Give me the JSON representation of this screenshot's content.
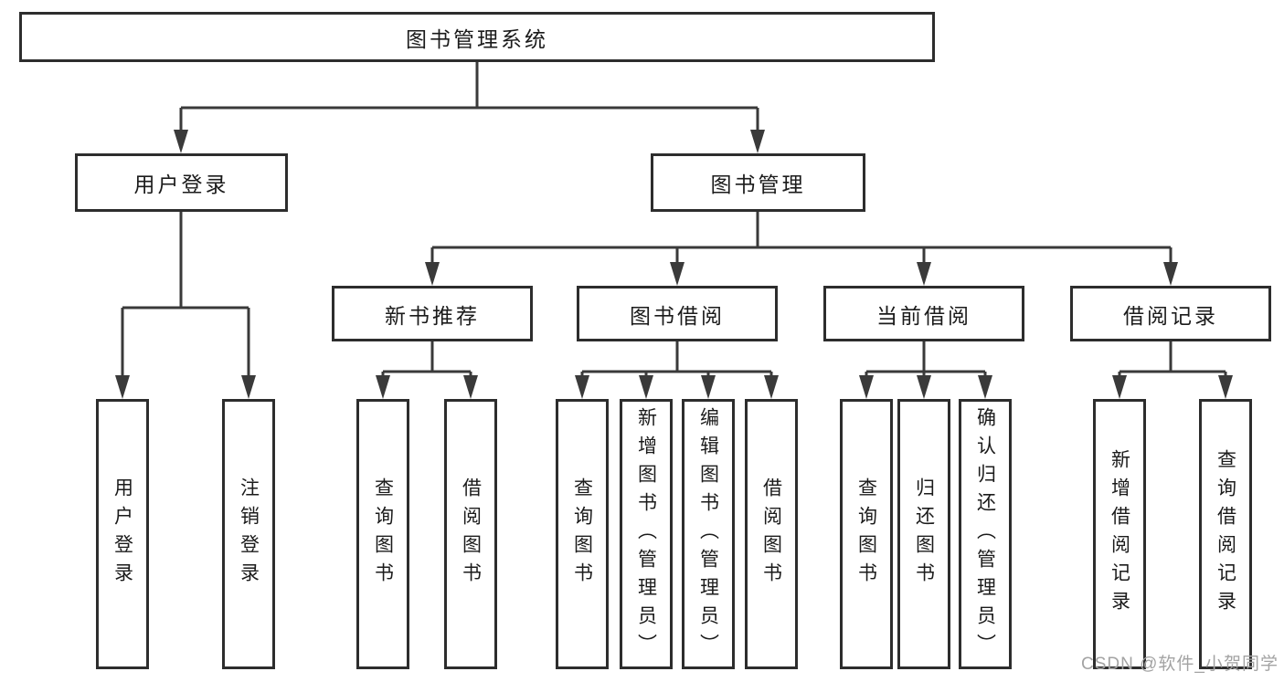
{
  "diagram": {
    "root": {
      "label": "图书管理系统"
    },
    "branches": [
      {
        "label": "用户登录",
        "children": [
          {
            "label": "用户登录"
          },
          {
            "label": "注销登录"
          }
        ]
      },
      {
        "label": "图书管理",
        "children": [
          {
            "label": "新书推荐",
            "children": [
              {
                "label": "查询图书"
              },
              {
                "label": "借阅图书"
              }
            ]
          },
          {
            "label": "图书借阅",
            "children": [
              {
                "label": "查询图书"
              },
              {
                "label": "新增图书（管理员）"
              },
              {
                "label": "编辑图书（管理员）"
              },
              {
                "label": "借阅图书"
              }
            ]
          },
          {
            "label": "当前借阅",
            "children": [
              {
                "label": "查询图书"
              },
              {
                "label": "归还图书"
              },
              {
                "label": "确认归还（管理员）"
              }
            ]
          },
          {
            "label": "借阅记录",
            "children": [
              {
                "label": "新增借阅记录"
              },
              {
                "label": "查询借阅记录"
              }
            ]
          }
        ]
      }
    ],
    "watermark": "CSDN @软件_小贺同学",
    "colors": {
      "border": "#2d2d2d",
      "line": "#3a3a3a",
      "text": "#1b1b1b",
      "background": "#ffffff",
      "watermark": "#a3a3a3"
    }
  }
}
